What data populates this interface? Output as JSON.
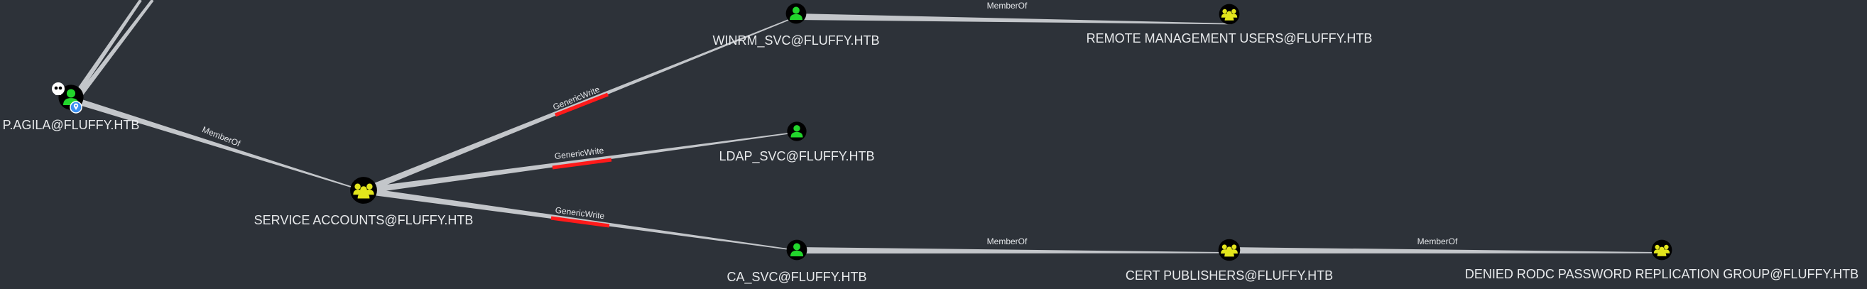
{
  "graph": {
    "nodes": {
      "p_agila": {
        "label": "P.AGILA@FLUFFY.HTB",
        "type": "user",
        "owned": true,
        "starting": true
      },
      "service_accounts": {
        "label": "SERVICE ACCOUNTS@FLUFFY.HTB",
        "type": "group"
      },
      "winrm_svc": {
        "label": "WINRM_SVC@FLUFFY.HTB",
        "type": "user"
      },
      "ldap_svc": {
        "label": "LDAP_SVC@FLUFFY.HTB",
        "type": "user"
      },
      "ca_svc": {
        "label": "CA_SVC@FLUFFY.HTB",
        "type": "user"
      },
      "remote_mgmt": {
        "label": "REMOTE MANAGEMENT USERS@FLUFFY.HTB",
        "type": "group"
      },
      "cert_publishers": {
        "label": "CERT PUBLISHERS@FLUFFY.HTB",
        "type": "group"
      },
      "denied_rodc": {
        "label": "DENIED RODC PASSWORD REPLICATION GROUP@FLUFFY.HTB",
        "type": "group"
      }
    },
    "edges": {
      "agila_sa": {
        "label": "MemberOf"
      },
      "sa_winrm": {
        "label": "GenericWrite"
      },
      "sa_ldap": {
        "label": "GenericWrite"
      },
      "sa_ca": {
        "label": "GenericWrite"
      },
      "winrm_rm": {
        "label": "MemberOf"
      },
      "ca_cp": {
        "label": "MemberOf"
      },
      "cp_denied": {
        "label": "MemberOf"
      }
    }
  },
  "colors": {
    "background": "#2d3239",
    "user": "#22d62c",
    "group": "#e3e51c",
    "edge": "#c3c6ca",
    "highlight": "#ff1a1a",
    "start_marker": "#3b8ff0"
  }
}
